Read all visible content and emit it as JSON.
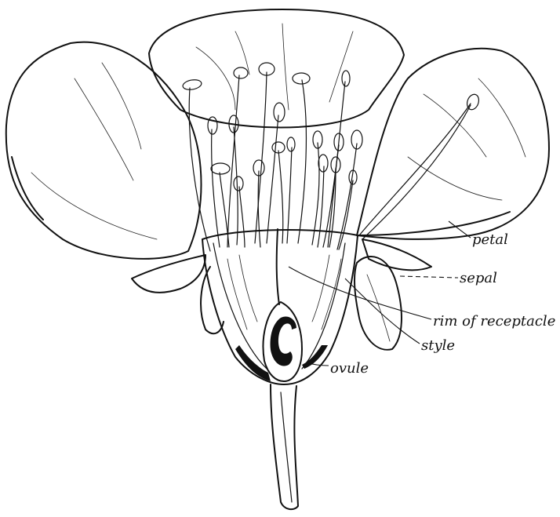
{
  "labels": {
    "petal": "petal",
    "sepal": "sepal",
    "rim_of_receptacle": "rim of receptacle",
    "style": "style",
    "ovule": "ovule"
  },
  "colors": {
    "ink": "#111111",
    "background": "#ffffff"
  }
}
